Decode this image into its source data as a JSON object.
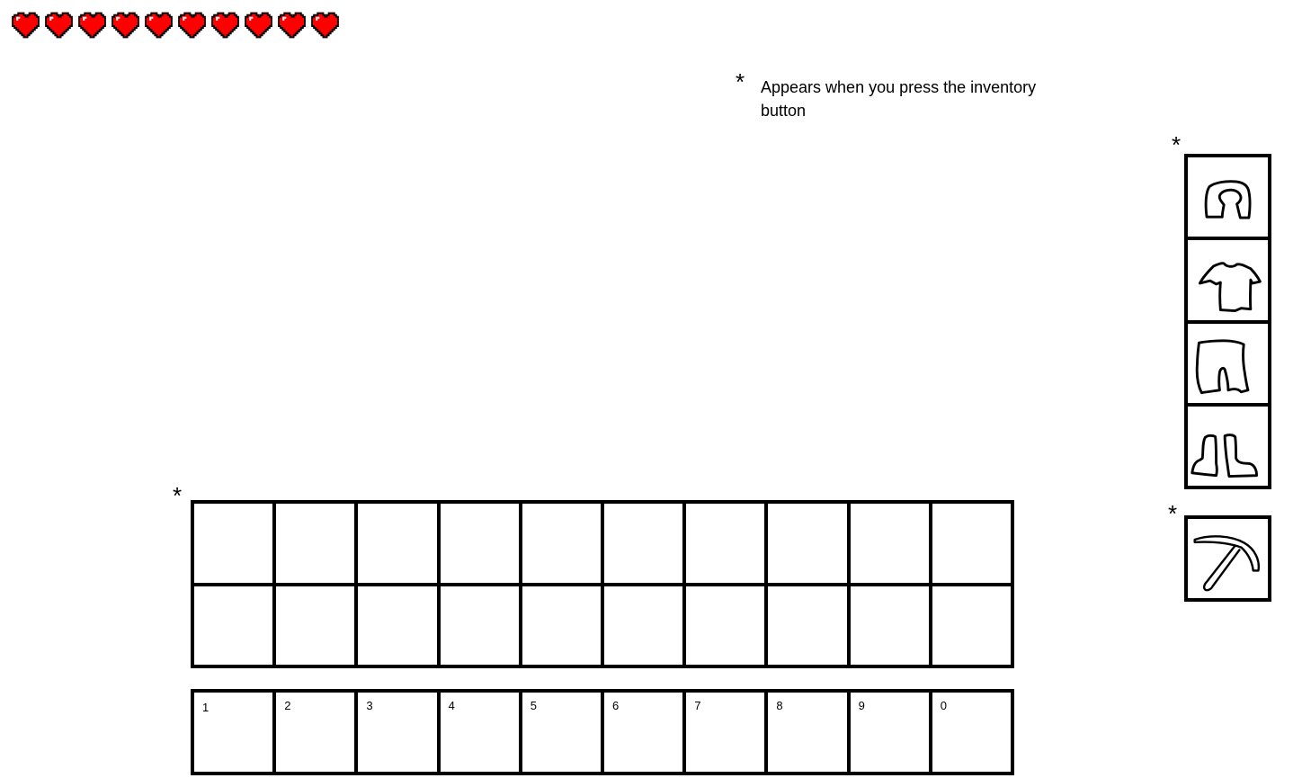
{
  "health": {
    "hearts": 10,
    "max_hearts": 10,
    "heart_color": "#ff0000"
  },
  "note": {
    "marker": "*",
    "text": "Appears when you press the inventory button"
  },
  "markers": {
    "inventory": "*",
    "armor": "*",
    "tool": "*"
  },
  "inventory": {
    "rows": 2,
    "columns": 10
  },
  "hotbar": {
    "slots": [
      "1",
      "2",
      "3",
      "4",
      "5",
      "6",
      "7",
      "8",
      "9",
      "0"
    ]
  },
  "armor_slots": [
    {
      "icon": "helmet-icon"
    },
    {
      "icon": "chestplate-icon"
    },
    {
      "icon": "leggings-icon"
    },
    {
      "icon": "boots-icon"
    }
  ],
  "tool_slot": {
    "icon": "pickaxe-icon"
  }
}
